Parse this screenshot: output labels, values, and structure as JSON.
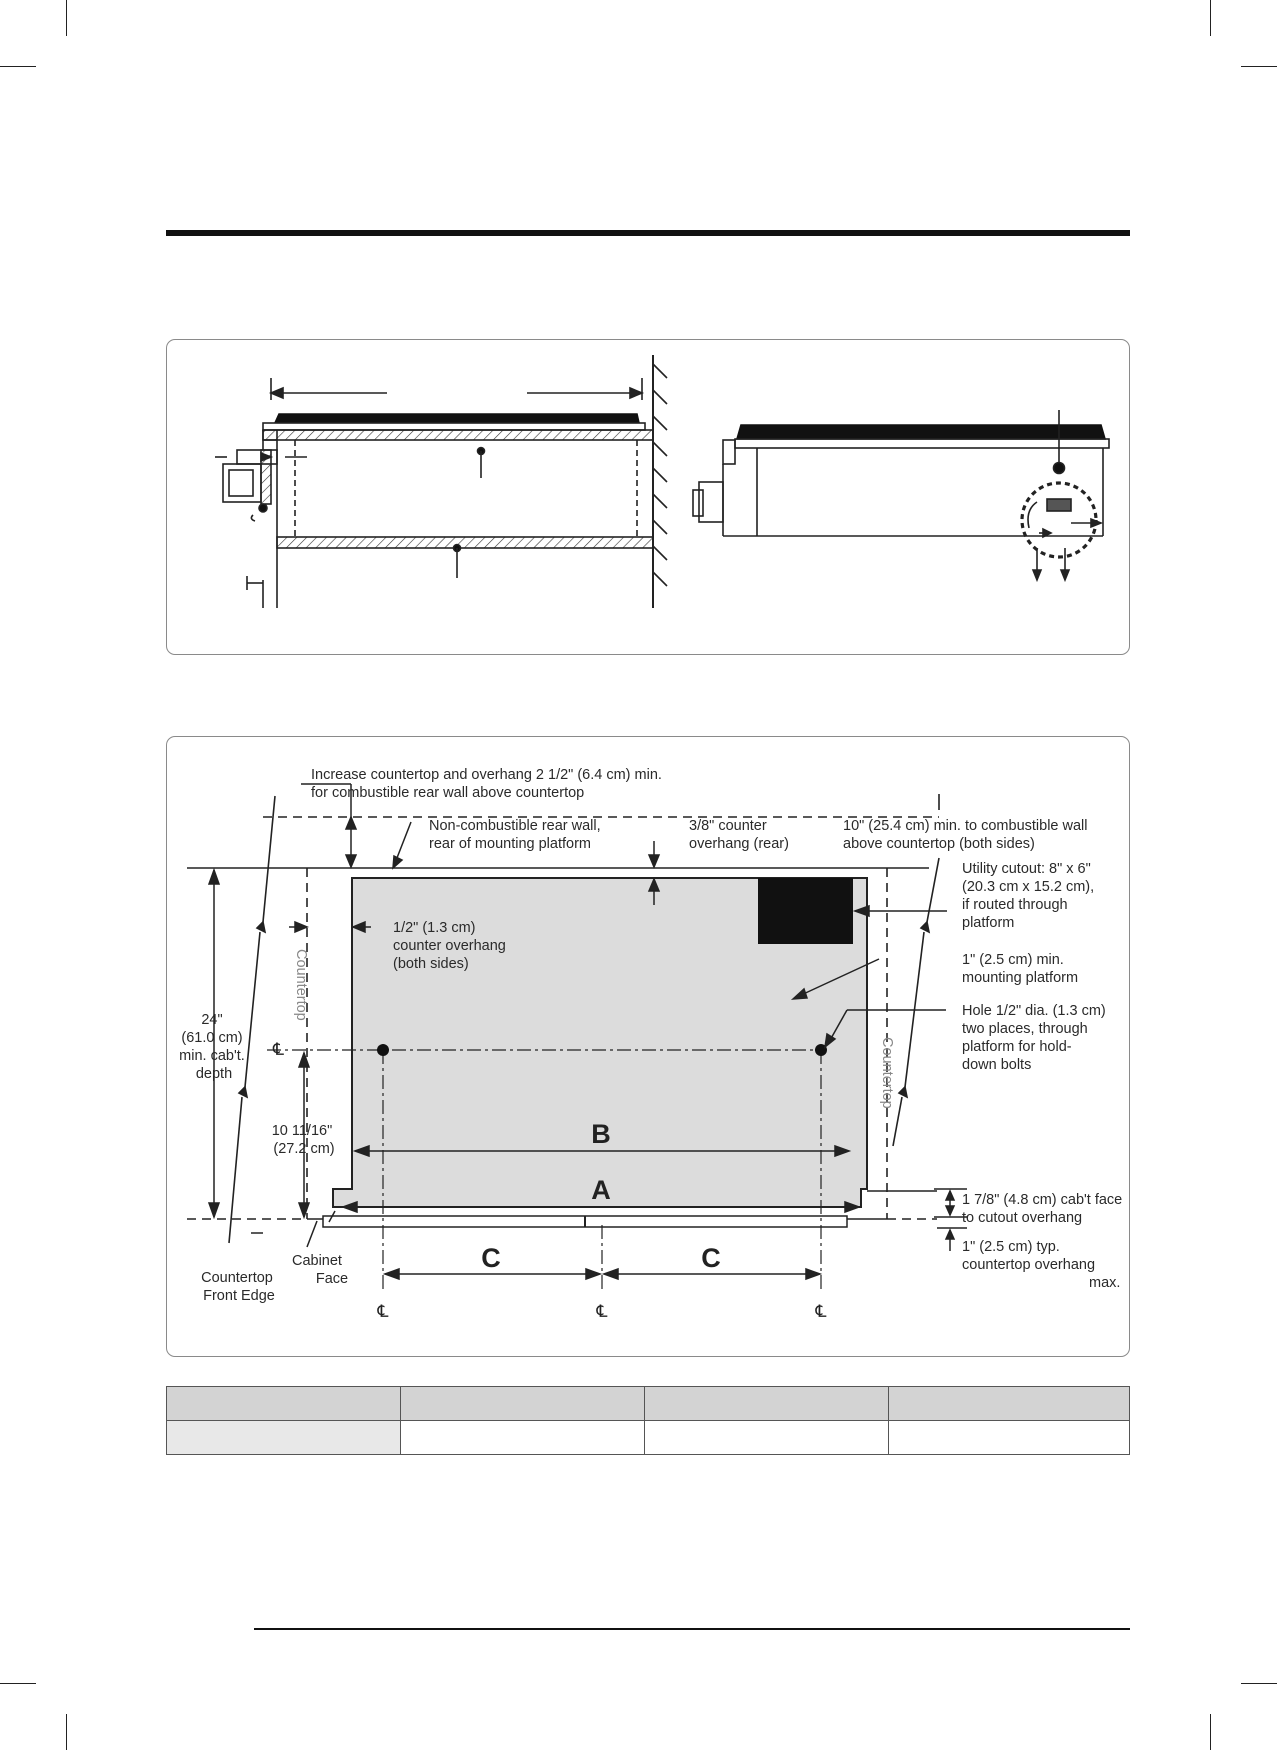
{
  "diagram_bottom": {
    "labels": {
      "increase_countertop": [
        "Increase countertop and overhang 2 1/2\" (6.4 cm) min.",
        "for combustible rear wall above countertop"
      ],
      "noncombustible_rear": [
        "Non-combustible rear wall,",
        "rear of mounting platform"
      ],
      "counter_overhang_rear": [
        "3/8\" counter",
        "overhang (rear)"
      ],
      "combustible_wall": [
        "10\" (25.4 cm) min. to combustible wall",
        "above countertop (both sides)"
      ],
      "utility_cutout": [
        "Utility cutout: 8\" x 6\"",
        "(20.3 cm x 15.2 cm),",
        "if routed through",
        "platform"
      ],
      "side_overhang": [
        "1/2\" (1.3 cm)",
        "counter overhang",
        "(both sides)"
      ],
      "mounting_platform": [
        "1\" (2.5 cm) min.",
        "mounting platform"
      ],
      "hole": [
        "Hole 1/2\" dia. (1.3 cm)",
        "two places, through",
        "platform for hold-",
        "down bolts"
      ],
      "cab_depth": [
        "24\"",
        "(61.0 cm)",
        "min. cab't.",
        "depth"
      ],
      "centerline_depth": [
        "10 11/16\"",
        "(27.2 cm)"
      ],
      "cab_face_overhang": [
        "1 7/8\" (4.8 cm) cab't face",
        "to cutout overhang"
      ],
      "typ_overhang": [
        "1\" (2.5 cm) typ.",
        "countertop overhang"
      ],
      "typ_overhang_max": "max.",
      "countertop_front": [
        "Countertop",
        "Front Edge"
      ],
      "cabinet_face": [
        "Cabinet",
        "Face"
      ],
      "countertop": "Countertop",
      "dim_a": "A",
      "dim_b": "B",
      "dim_c": "C",
      "centerline": "℄"
    }
  },
  "table": {
    "rows": [
      [
        "",
        "",
        "",
        ""
      ],
      [
        "",
        "",
        "",
        ""
      ]
    ]
  }
}
